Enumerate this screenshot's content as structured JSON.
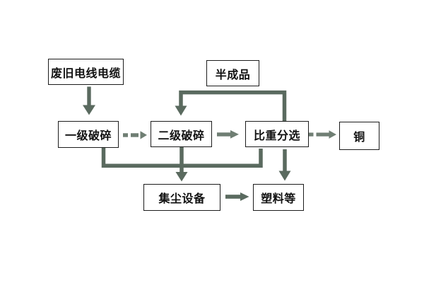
{
  "diagram": {
    "background_color": "#ffffff",
    "arrow_color": "#5a6a5f",
    "arrow_color_light": "#6f7e73",
    "box_border_color": "#1c1c1c",
    "text_color": "#111111",
    "nodes": [
      {
        "id": "waste_cable",
        "label": "废旧电线电缆"
      },
      {
        "id": "semi_finished",
        "label": "半成品"
      },
      {
        "id": "primary_crushing",
        "label": "一级破碎"
      },
      {
        "id": "secondary_crushing",
        "label": "二级破碎"
      },
      {
        "id": "gravity_separation",
        "label": "比重分选"
      },
      {
        "id": "copper",
        "label": "铜"
      },
      {
        "id": "dust_collector",
        "label": "集尘设备"
      },
      {
        "id": "plastics_etc",
        "label": "塑料等"
      }
    ],
    "edges": [
      {
        "from": "废旧电线电缆",
        "to": "一级破碎"
      },
      {
        "from": "一级破碎",
        "to": "二级破碎"
      },
      {
        "from": "二级破碎",
        "to": "比重分选"
      },
      {
        "from": "比重分选",
        "to": "铜"
      },
      {
        "from": "比重分选",
        "to": "二级破碎",
        "via": "半成品"
      },
      {
        "from": "一级破碎",
        "to": "集尘设备"
      },
      {
        "from": "二级破碎",
        "to": "集尘设备"
      },
      {
        "from": "比重分选",
        "to": "集尘设备"
      },
      {
        "from": "比重分选",
        "to": "塑料等"
      },
      {
        "from": "集尘设备",
        "to": "塑料等"
      }
    ]
  }
}
